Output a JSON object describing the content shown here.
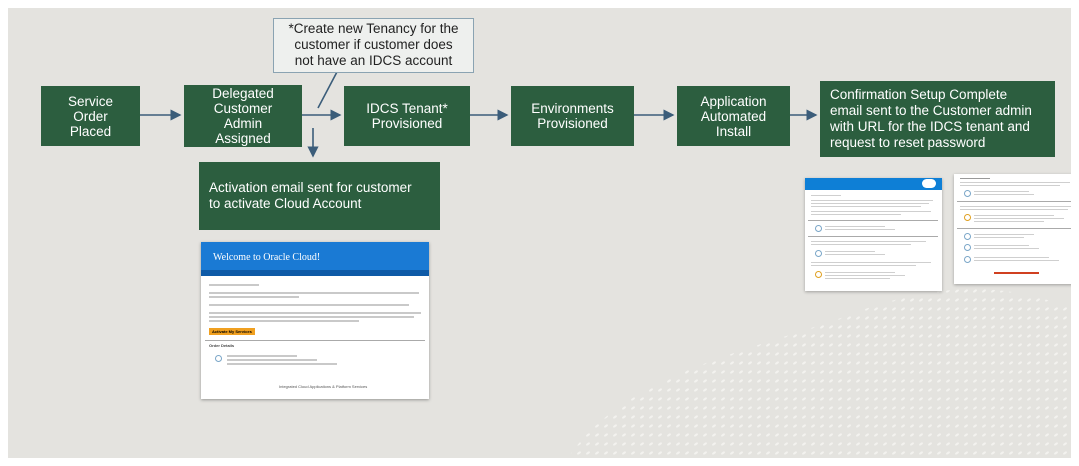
{
  "note": "*Create new Tenancy for the\ncustomer if customer does\nnot have an IDCS account",
  "steps": {
    "service_order": "Service\nOrder\nPlaced",
    "delegated_admin": "Delegated\nCustomer\nAdmin\nAssigned",
    "idcs_tenant": "IDCS Tenant*\nProvisioned",
    "environments": "Environments\nProvisioned",
    "automated_install": "Application\nAutomated\nInstall",
    "confirmation": "Confirmation Setup Complete\nemail sent to the Customer admin\nwith URL for the IDCS tenant and\nrequest to reset password",
    "activation": "Activation email sent for customer\nto activate Cloud Account"
  },
  "activation_email": {
    "header": "Welcome to Oracle Cloud!",
    "button": "Activate My Services",
    "section": "Order Details",
    "footer": "Integrated Cloud Applications & Platform Services"
  },
  "colors": {
    "box": "#2c5e3f",
    "arrow": "#3b5d7a",
    "email_header": "#1a7ad4"
  }
}
